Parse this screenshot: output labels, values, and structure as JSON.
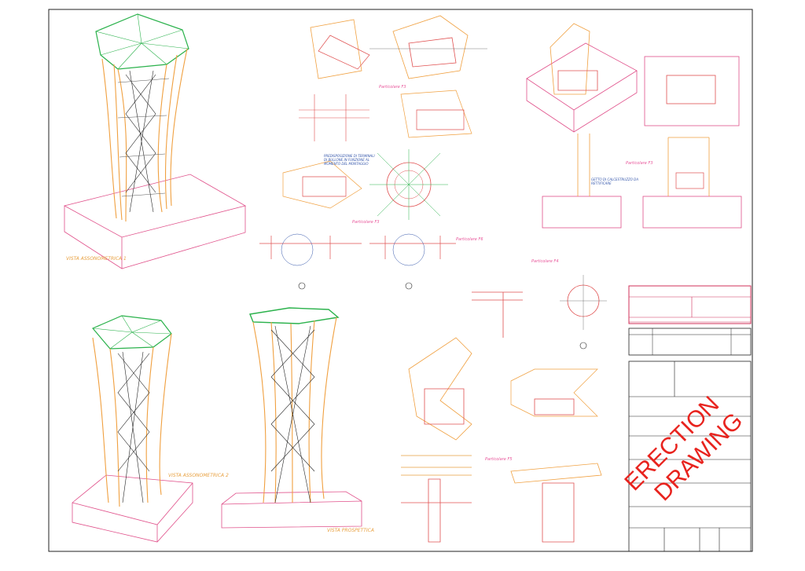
{
  "drawing": {
    "stamp_line1": "ERECTION",
    "stamp_line2": "DRAWING",
    "colors": {
      "frame": "#222222",
      "timber": "#f0a040",
      "steel": "#e05050",
      "roof": "#2bb24c",
      "base": "#e0508a",
      "bolts": "#3355aa",
      "stamp": "#e8231e",
      "titleblock": "#d0305a"
    }
  },
  "views": {
    "iso1": "VISTA ASSONOMETRICA 1",
    "iso2": "VISTA ASSONOMETRICA 2",
    "persp": "VISTA PROSPETTICA"
  },
  "details": {
    "d_a": "Particolare F3",
    "d_b": "Particolare F3",
    "d_c": "Particolare F3",
    "d_d": "Particolare F4",
    "d_e": "Particolare F5",
    "d_f": "Particolare F6"
  },
  "notes": {
    "n1": "PREDISPOSIZIONE DI TERMINALI DI BULLONE IN FUNZIONE AL MOMENTO DEL MONTAGGIO",
    "n2": "GETTO DI CALCESTRUZZO DA RETTIFICARE"
  }
}
